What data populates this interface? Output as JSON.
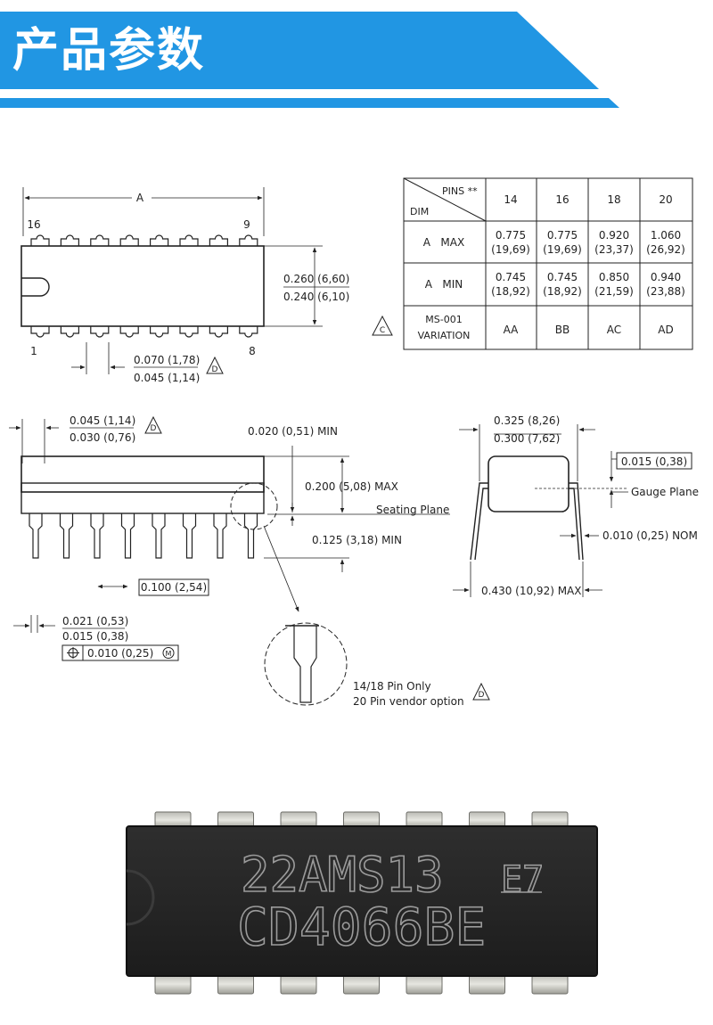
{
  "header": {
    "title": "产品参数",
    "color": "#2196e3"
  },
  "drawing": {
    "top_view": {
      "dim_a": "A",
      "pin_16": "16",
      "pin_9": "9",
      "pin_1": "1",
      "pin_8": "8",
      "width_max": "0.260 (6,60)",
      "width_min": "0.240 (6,10)",
      "pad_max": "0.070 (1,78)",
      "pad_min": "0.045 (1,14)",
      "note_d": "D"
    },
    "dim_table": {
      "corner_top": "PINS **",
      "corner_bottom": "DIM",
      "pins": [
        "14",
        "16",
        "18",
        "20"
      ],
      "rows": [
        {
          "label": "A   MAX",
          "cells": [
            [
              "0.775",
              "(19,69)"
            ],
            [
              "0.775",
              "(19,69)"
            ],
            [
              "0.920",
              "(23,37)"
            ],
            [
              "1.060",
              "(26,92)"
            ]
          ]
        },
        {
          "label": "A   MIN",
          "cells": [
            [
              "0.745",
              "(18,92)"
            ],
            [
              "0.745",
              "(18,92)"
            ],
            [
              "0.850",
              "(21,59)"
            ],
            [
              "0.940",
              "(23,88)"
            ]
          ]
        },
        {
          "label_1": "MS-001",
          "label_2": "VARIATION",
          "cells": [
            "AA",
            "BB",
            "AC",
            "AD"
          ]
        }
      ],
      "note_c": "C"
    },
    "side_view": {
      "lead_max": "0.045 (1,14)",
      "lead_min": "0.030 (0,76)",
      "note_d": "D",
      "standoff": "0.020 (0,51) MIN",
      "height": "0.200 (5,08) MAX",
      "seating": "Seating Plane",
      "lead_len": "0.125 (3,18) MIN",
      "pitch": "0.100 (2,54)",
      "pin_w_max": "0.021 (0,53)",
      "pin_w_min": "0.015 (0,38)",
      "tol": "0.010 (0,25)",
      "tol_m": "M",
      "note_line1": "14/18 Pin Only",
      "note_line2": "20 Pin vendor option",
      "note_d2": "D"
    },
    "end_view": {
      "row_max": "0.325 (8,26)",
      "row_min": "0.300 (7,62)",
      "lead_t": "0.015 (0,38)",
      "gauge": "Gauge Plane",
      "lead_nom": "0.010 (0,25) NOM",
      "span": "0.430 (10,92) MAX"
    }
  },
  "chip": {
    "line1": "22AMS13",
    "code": "E7",
    "line2": "CD4066BE"
  }
}
